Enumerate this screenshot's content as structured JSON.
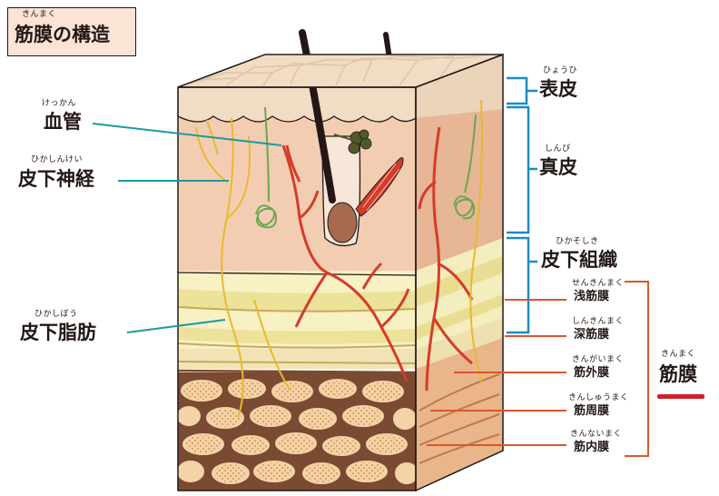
{
  "title": {
    "ruby": "きんまく",
    "text": "筋膜の構造"
  },
  "labels_left": [
    {
      "id": "blood-vessel",
      "ruby": "けっかん",
      "text": "血管"
    },
    {
      "id": "subcutaneous-nerve",
      "ruby": "ひかしんけい",
      "text": "皮下神経"
    },
    {
      "id": "subcutaneous-fat",
      "ruby": "ひかしぼう",
      "text": "皮下脂肪"
    }
  ],
  "labels_right": [
    {
      "id": "epidermis",
      "ruby": "ひょうひ",
      "text": "表皮"
    },
    {
      "id": "dermis",
      "ruby": "しんぴ",
      "text": "真皮"
    },
    {
      "id": "subcutaneous-tissue",
      "ruby": "ひかそしき",
      "text": "皮下組織"
    }
  ],
  "fascia_layers": [
    {
      "id": "superficial-fascia",
      "ruby": "せんきんまく",
      "text": "浅筋膜"
    },
    {
      "id": "deep-fascia",
      "ruby": "しんきんまく",
      "text": "深筋膜"
    },
    {
      "id": "epimysium",
      "ruby": "きんがいまく",
      "text": "筋外膜"
    },
    {
      "id": "perimysium",
      "ruby": "きんしゅうまく",
      "text": "筋周膜"
    },
    {
      "id": "endomysium",
      "ruby": "きんないまく",
      "text": "筋内膜"
    }
  ],
  "fascia_group": {
    "ruby": "きんまく",
    "text": "筋膜"
  },
  "colors": {
    "dermis": "#f3cdb2",
    "dermis_side": "#e6b696",
    "fat": "#f7f1c4",
    "fat_stripe": "#ece29a",
    "fascia_line": "#c9a85a",
    "muscle": "#f4d3a6",
    "muscle_dark": "#7a4a32",
    "vessel": "#d63b2a",
    "nerve": "#e9b92e",
    "green": "#6aa84f",
    "teal": "#1b9aa0",
    "bracket_blue": "#1e8bc3",
    "bracket_orange": "#d9572b",
    "accent_red": "#d0202a",
    "title_bg": "#fbe3d6"
  }
}
